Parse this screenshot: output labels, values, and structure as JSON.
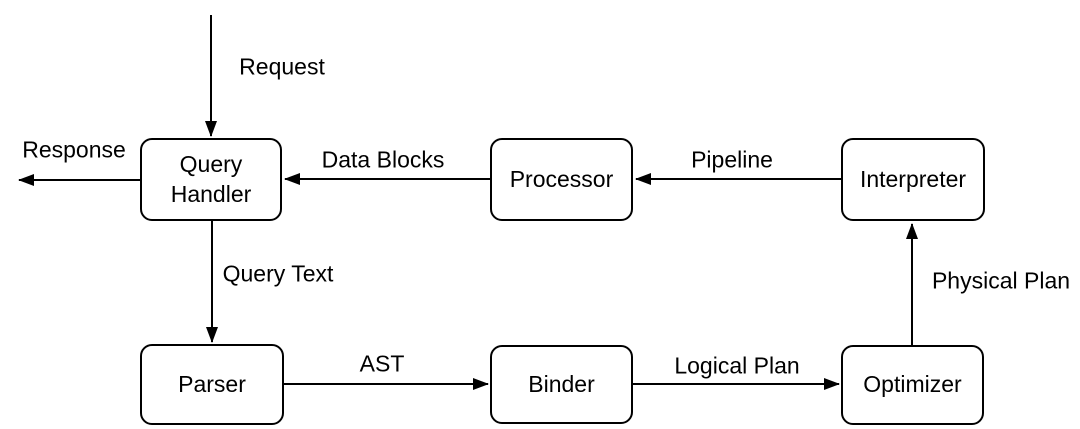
{
  "colors": {
    "background": "#ffffff",
    "node_fill": "#ffffff",
    "stroke": "#000000",
    "text": "#000000"
  },
  "diagram": {
    "nodes": [
      {
        "id": "query-handler",
        "label": "Query Handler"
      },
      {
        "id": "processor",
        "label": "Processor"
      },
      {
        "id": "interpreter",
        "label": "Interpreter"
      },
      {
        "id": "parser",
        "label": "Parser"
      },
      {
        "id": "binder",
        "label": "Binder"
      },
      {
        "id": "optimizer",
        "label": "Optimizer"
      }
    ],
    "edges": [
      {
        "id": "request",
        "label": "Request",
        "from": "external",
        "to": "query-handler",
        "direction": "down"
      },
      {
        "id": "response",
        "label": "Response",
        "from": "query-handler",
        "to": "external",
        "direction": "left"
      },
      {
        "id": "data-blocks",
        "label": "Data Blocks",
        "from": "processor",
        "to": "query-handler",
        "direction": "left"
      },
      {
        "id": "pipeline",
        "label": "Pipeline",
        "from": "interpreter",
        "to": "processor",
        "direction": "left"
      },
      {
        "id": "query-text",
        "label": "Query Text",
        "from": "query-handler",
        "to": "parser",
        "direction": "down"
      },
      {
        "id": "ast",
        "label": "AST",
        "from": "parser",
        "to": "binder",
        "direction": "right"
      },
      {
        "id": "logical-plan",
        "label": "Logical Plan",
        "from": "binder",
        "to": "optimizer",
        "direction": "right"
      },
      {
        "id": "physical-plan",
        "label": "Physical Plan",
        "from": "optimizer",
        "to": "interpreter",
        "direction": "up"
      }
    ]
  }
}
